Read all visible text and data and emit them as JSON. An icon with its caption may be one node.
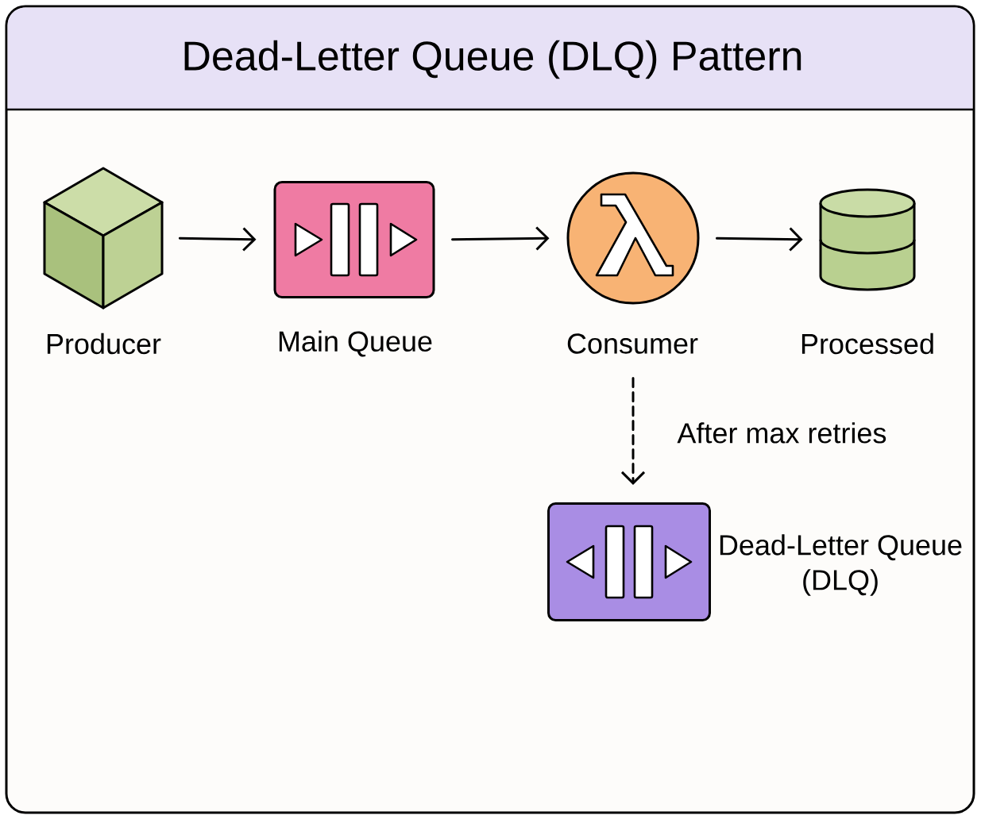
{
  "diagram": {
    "title": "Dead-Letter Queue (DLQ) Pattern",
    "nodes": [
      {
        "text": [],
        "shape": "cube",
        "beside": [
          "Producer"
        ]
      },
      {
        "text": [],
        "shape": "box",
        "beside": [
          "Main Queue"
        ]
      },
      {
        "text": [],
        "shape": "circle",
        "beside": [
          "Consumer"
        ]
      },
      {
        "text": [],
        "shape": "cylinder",
        "beside": [
          "Processed"
        ]
      },
      {
        "text": [],
        "shape": "box",
        "beside": [
          "Dead-Letter Queue (DLQ)"
        ]
      }
    ],
    "edges": [
      {
        "from": 0,
        "to": 1,
        "arrow": "to"
      },
      {
        "from": 1,
        "to": 2,
        "arrow": "to"
      },
      {
        "from": 2,
        "to": 3,
        "arrow": "to"
      },
      {
        "from": 2,
        "to": 4,
        "arrow": "to",
        "style": "dashed",
        "label": "After max retries"
      }
    ]
  }
}
